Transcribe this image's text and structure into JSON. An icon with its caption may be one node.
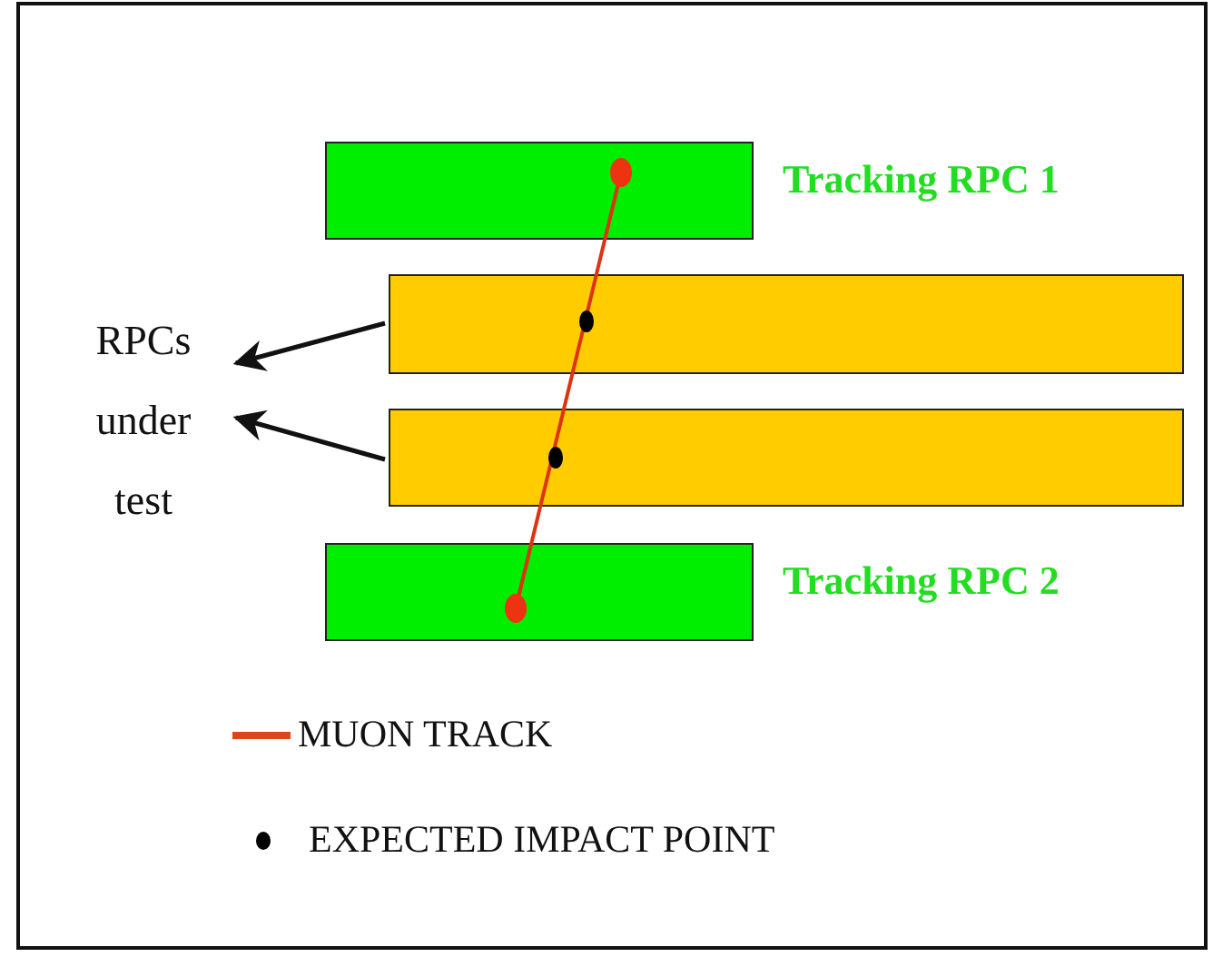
{
  "diagram": {
    "nodes": [
      {
        "text": [
          "RPCs under test"
        ]
      },
      {
        "text": [],
        "shape": "box",
        "beside": [
          "Tracking RPC 1"
        ]
      },
      {
        "text": [],
        "shape": "box"
      },
      {
        "text": [],
        "shape": "box"
      },
      {
        "text": [],
        "shape": "box",
        "beside": [
          "Tracking RPC 2"
        ]
      }
    ],
    "edges": [
      {
        "from": 2,
        "to": 0,
        "arrow": "to"
      },
      {
        "from": 3,
        "to": 0,
        "arrow": "to"
      }
    ],
    "legend": [
      {
        "text": "MUON TRACK"
      },
      {
        "text": "EXPECTED IMPACT POINT"
      }
    ]
  }
}
